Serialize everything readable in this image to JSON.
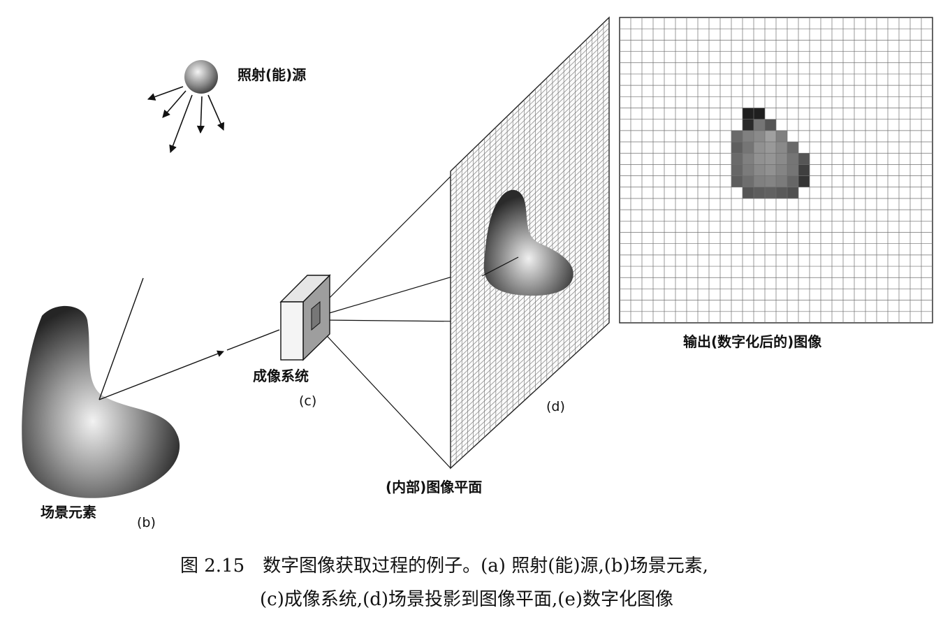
{
  "labels": {
    "source": "照射(能)源",
    "scene": "场景元素",
    "scene_letter": "(b)",
    "imaging": "成像系统",
    "imaging_letter": "(c)",
    "plane_letter": "(d)",
    "image_plane": "(内部)图像平面",
    "output": "输出(数字化后的)图像"
  },
  "caption": {
    "line1": "图 2.15　数字图像获取过程的例子。(a) 照射(能)源,(b)场景元素,",
    "line2": "(c)成像系统,(d)场景投影到图像平面,(e)数字化图像"
  },
  "colors": {
    "ink": "#111111",
    "grid": "#6f6f6f",
    "shape_dark": "#2a2a2a",
    "shape_light": "#e8e8e8"
  },
  "digitized_image": {
    "cols": 28,
    "rows": 27,
    "shaded_cells": [
      [
        11,
        8,
        0.95
      ],
      [
        12,
        8,
        0.95
      ],
      [
        11,
        9,
        0.9
      ],
      [
        12,
        9,
        0.55
      ],
      [
        13,
        9,
        0.7
      ],
      [
        10,
        10,
        0.6
      ],
      [
        11,
        10,
        0.5
      ],
      [
        12,
        10,
        0.45
      ],
      [
        13,
        10,
        0.35
      ],
      [
        14,
        10,
        0.5
      ],
      [
        10,
        11,
        0.65
      ],
      [
        11,
        11,
        0.55
      ],
      [
        12,
        11,
        0.42
      ],
      [
        13,
        11,
        0.38
      ],
      [
        14,
        11,
        0.45
      ],
      [
        15,
        11,
        0.6
      ],
      [
        10,
        12,
        0.6
      ],
      [
        11,
        12,
        0.5
      ],
      [
        12,
        12,
        0.42
      ],
      [
        13,
        12,
        0.4
      ],
      [
        14,
        12,
        0.45
      ],
      [
        15,
        12,
        0.55
      ],
      [
        16,
        12,
        0.7
      ],
      [
        10,
        13,
        0.62
      ],
      [
        11,
        13,
        0.52
      ],
      [
        12,
        13,
        0.45
      ],
      [
        13,
        13,
        0.42
      ],
      [
        14,
        13,
        0.48
      ],
      [
        15,
        13,
        0.55
      ],
      [
        16,
        13,
        0.8
      ],
      [
        10,
        14,
        0.66
      ],
      [
        11,
        14,
        0.58
      ],
      [
        12,
        14,
        0.5
      ],
      [
        13,
        14,
        0.48
      ],
      [
        14,
        14,
        0.52
      ],
      [
        15,
        14,
        0.62
      ],
      [
        16,
        14,
        0.85
      ],
      [
        11,
        15,
        0.7
      ],
      [
        12,
        15,
        0.66
      ],
      [
        13,
        15,
        0.64
      ],
      [
        14,
        15,
        0.68
      ],
      [
        15,
        15,
        0.72
      ]
    ]
  }
}
